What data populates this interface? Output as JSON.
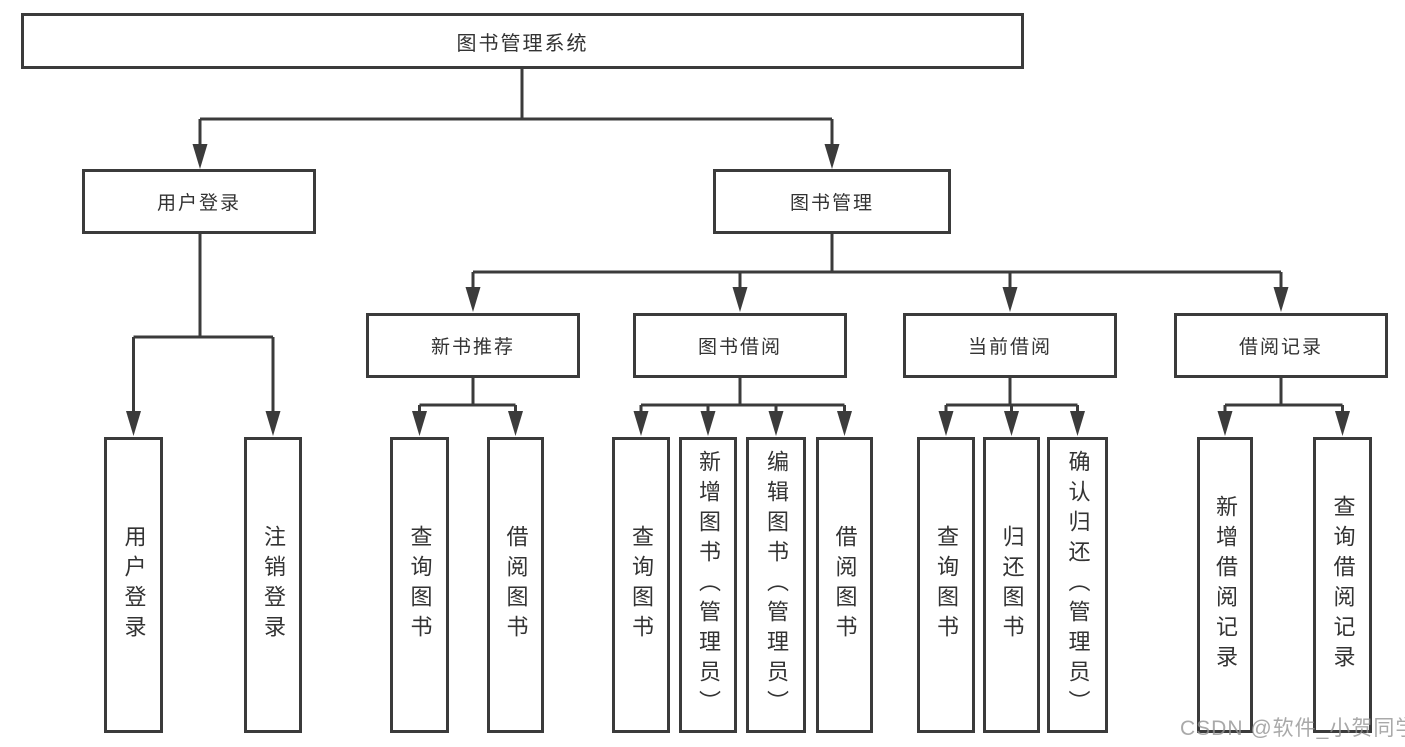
{
  "tree": {
    "root": {
      "label": "图书管理系统"
    },
    "branches": [
      {
        "label": "用户登录",
        "children": [
          {
            "label": "用户登录"
          },
          {
            "label": "注销登录"
          }
        ]
      },
      {
        "label": "图书管理",
        "children": [
          {
            "label": "新书推荐",
            "children": [
              {
                "label": "查询图书"
              },
              {
                "label": "借阅图书"
              }
            ]
          },
          {
            "label": "图书借阅",
            "children": [
              {
                "label": "查询图书"
              },
              {
                "label": "新增图书（管理员）"
              },
              {
                "label": "编辑图书（管理员）"
              },
              {
                "label": "借阅图书"
              }
            ]
          },
          {
            "label": "当前借阅",
            "children": [
              {
                "label": "查询图书"
              },
              {
                "label": "归还图书"
              },
              {
                "label": "确认归还（管理员）"
              }
            ]
          },
          {
            "label": "借阅记录",
            "children": [
              {
                "label": "新增借阅记录"
              },
              {
                "label": "查询借阅记录"
              }
            ]
          }
        ]
      }
    ]
  },
  "watermark": {
    "text": "CSDN @软件_小贺同学"
  },
  "colors": {
    "line": "#3b3b3b",
    "text": "#333333",
    "watermark": "#949494",
    "background": "#ffffff"
  }
}
